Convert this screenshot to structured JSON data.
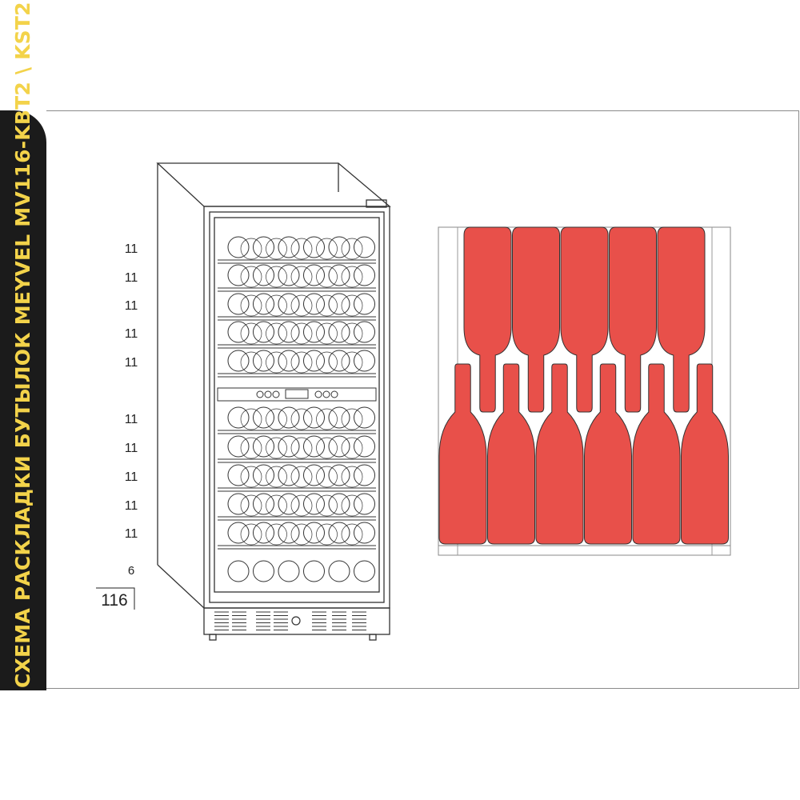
{
  "side_title": "СХЕМА РАСКЛАДКИ БУТЫЛОК  MEYVEL  MV116-KBT2 \\ KST2",
  "shelf_counts": [
    "11",
    "11",
    "11",
    "11",
    "11",
    "11",
    "11",
    "11",
    "11",
    "11",
    "6"
  ],
  "total": "116",
  "colors": {
    "bottle": "#e8504a",
    "outline": "#333333",
    "title_bg": "#1b1b1b",
    "title_text": "#f3d34a"
  },
  "icons": [
    "wine-cabinet-icon",
    "wine-bottle-icon"
  ]
}
